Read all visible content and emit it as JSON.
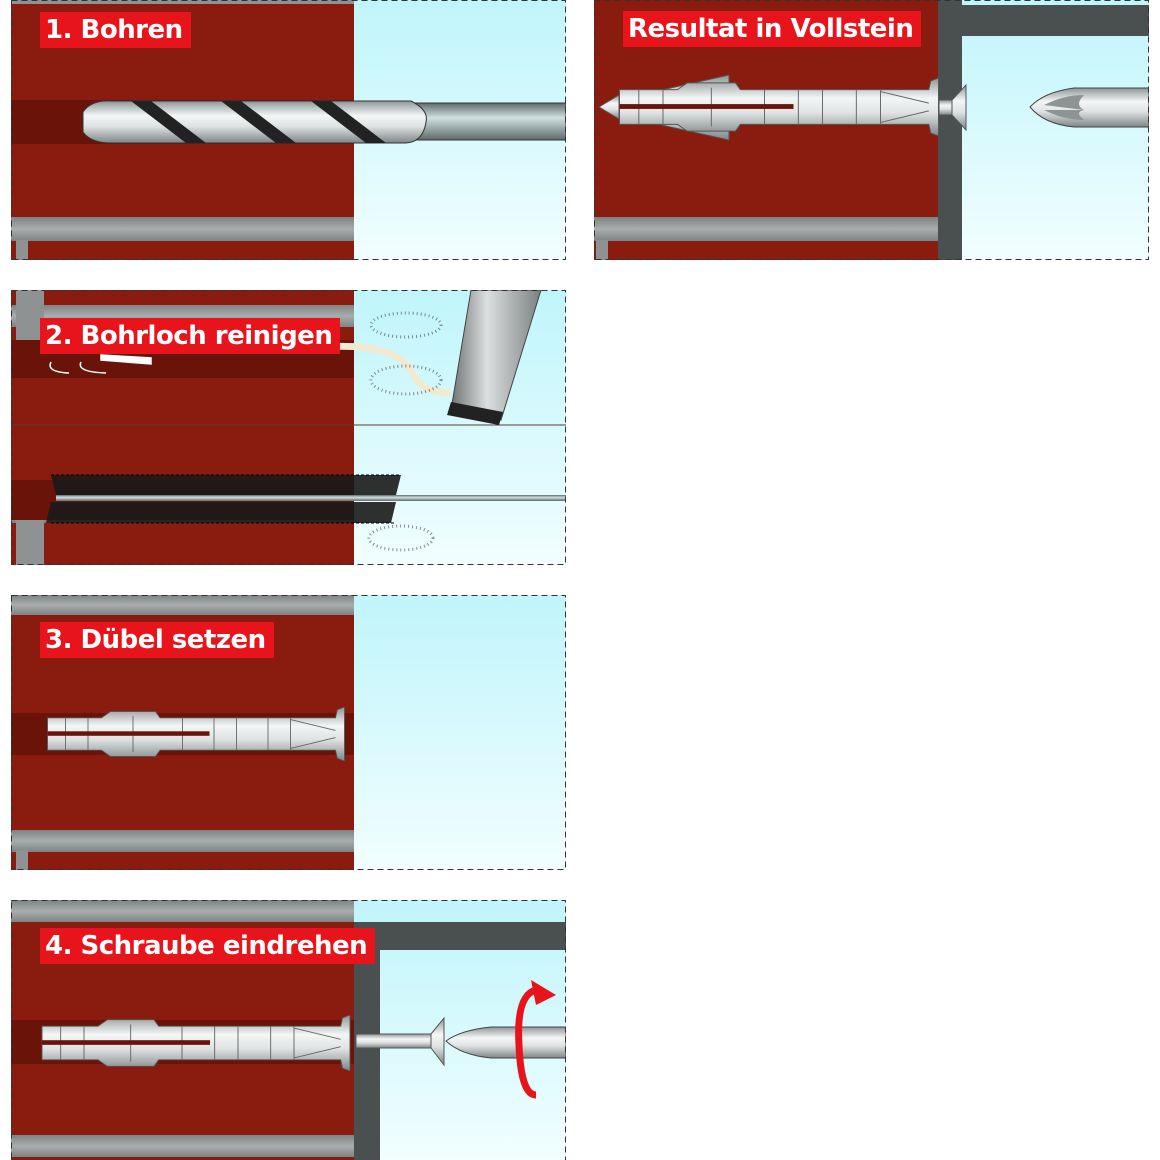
{
  "steps": [
    {
      "title": "1. Bohren"
    },
    {
      "title": "2. Bohrloch reinigen"
    },
    {
      "title": "3. Dübel setzen"
    },
    {
      "title": "4. Schraube eindrehen"
    }
  ],
  "result": {
    "title": "Resultat in Vollstein"
  },
  "colors": {
    "brick": "#8a1c0f",
    "hole": "#6a1409",
    "air": "#c6f6fb",
    "label": "#e8141b",
    "mortar": "#8e9293",
    "wall_plate": "#4a4f50"
  }
}
